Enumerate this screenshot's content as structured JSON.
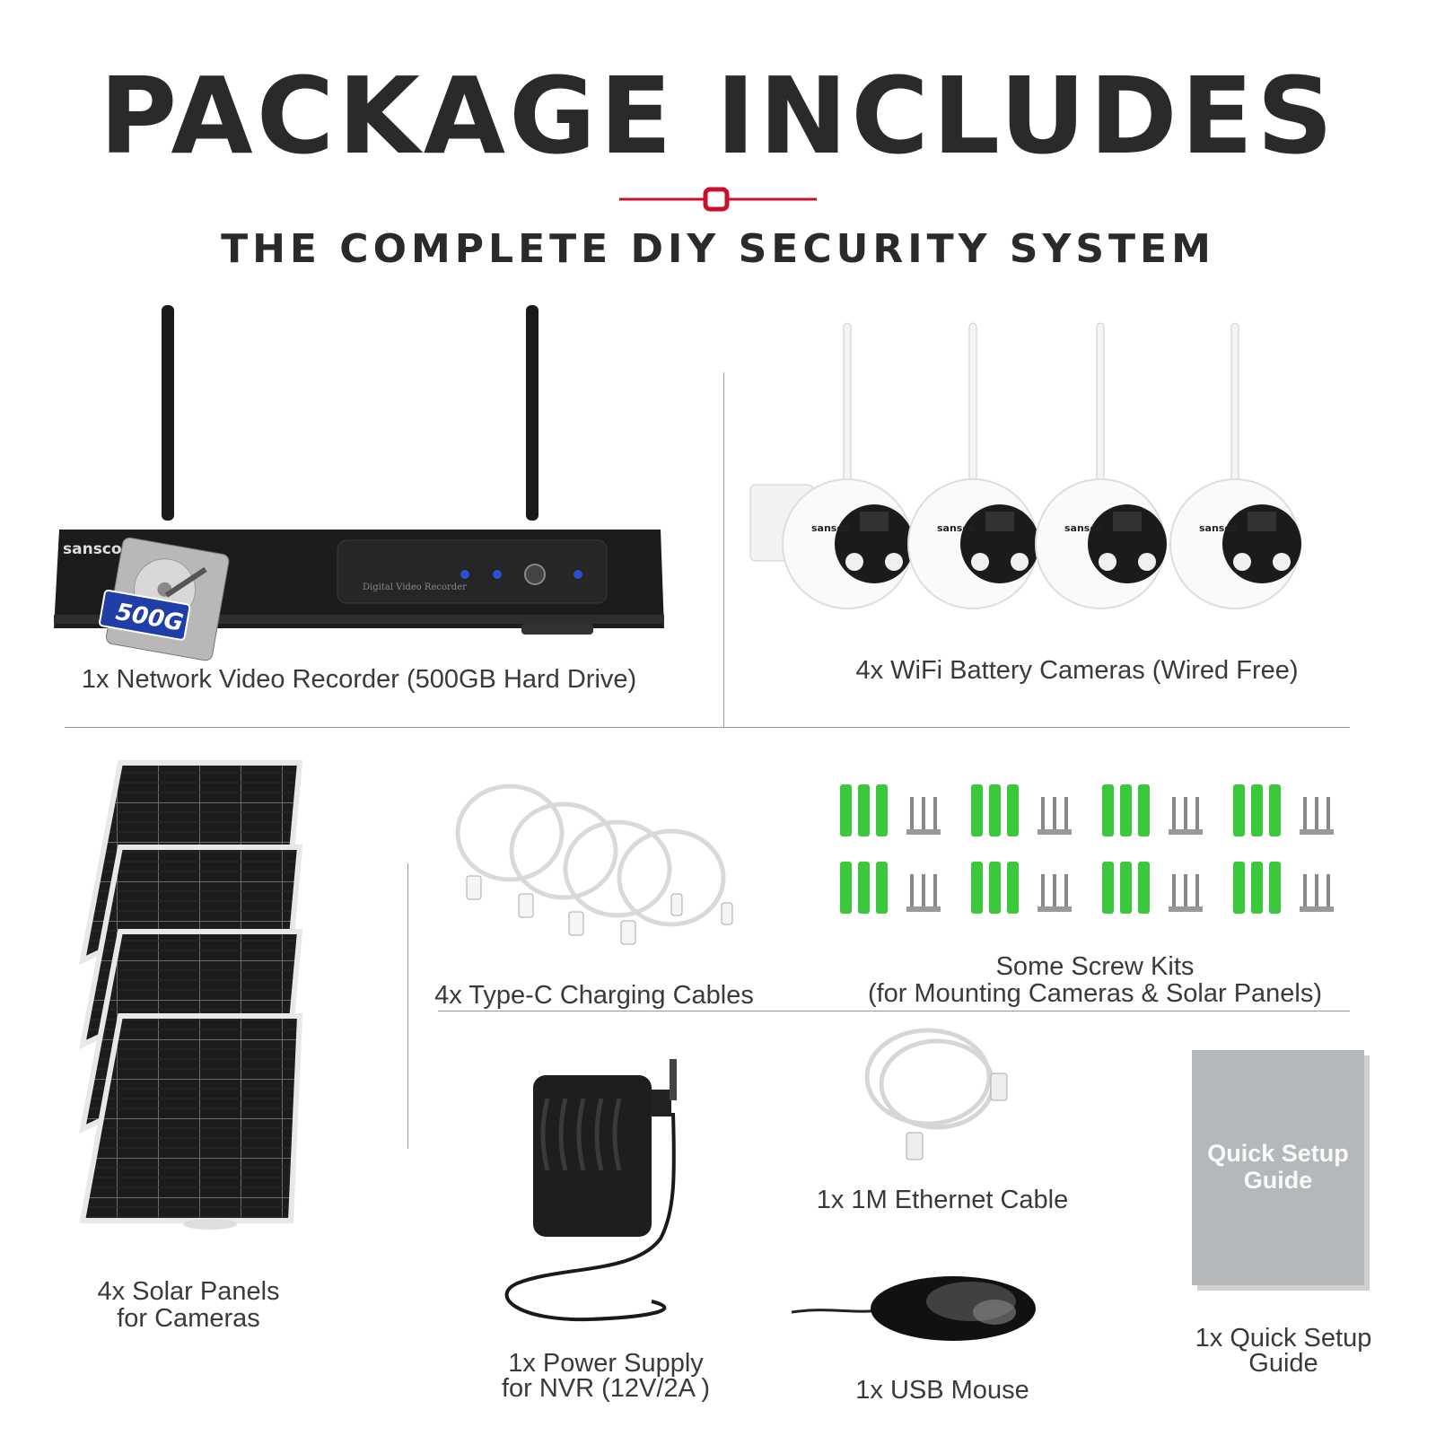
{
  "header": {
    "title": "PACKAGE INCLUDES",
    "subtitle": "THE COMPLETE DIY SECURITY SYSTEM",
    "accent_color": "#c8102e"
  },
  "items": {
    "nvr": {
      "caption": "1x Network Video Recorder (500GB Hard Drive)",
      "brand": "sansco",
      "hdd_label": "500G",
      "panel_text": "Digital Video Recorder",
      "icon": "nvr-icon"
    },
    "cameras": {
      "caption": "4x WiFi Battery Cameras (Wired Free)",
      "brand": "sansco",
      "icon": "camera-icon"
    },
    "solar": {
      "caption_line1": "4x Solar Panels",
      "caption_line2": "for Cameras",
      "icon": "solar-panel-icon"
    },
    "cables": {
      "caption": "4x Type-C Charging Cables",
      "icon": "usb-cable-icon"
    },
    "screws": {
      "caption_line1": "Some Screw Kits",
      "caption_line2": "(for Mounting Cameras & Solar Panels)",
      "icon": "screw-kit-icon",
      "anchor_color": "#3cc83c"
    },
    "power": {
      "caption_line1": "1x Power Supply",
      "caption_line2": "for NVR (12V/2A )",
      "icon": "power-adapter-icon"
    },
    "ethernet": {
      "caption": "1x 1M Ethernet Cable",
      "icon": "ethernet-cable-icon"
    },
    "mouse": {
      "caption": "1x USB Mouse",
      "icon": "mouse-icon"
    },
    "guide": {
      "caption_line1": "1x Quick Setup",
      "caption_line2": "Guide",
      "cover_line1": "Quick Setup",
      "cover_line2": "Guide",
      "icon": "guide-booklet-icon"
    }
  }
}
